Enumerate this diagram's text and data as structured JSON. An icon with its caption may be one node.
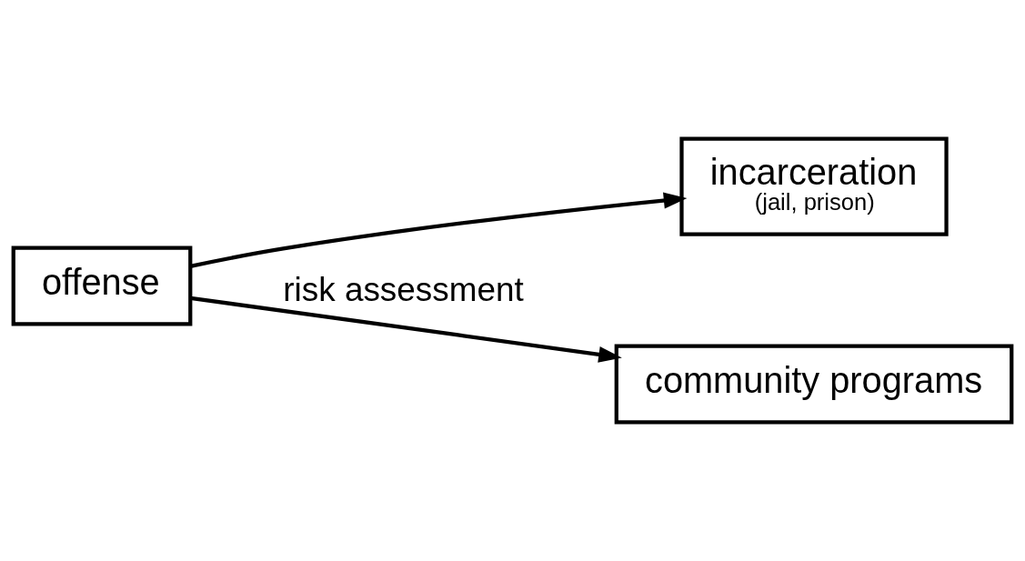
{
  "diagram": {
    "nodes": [
      {
        "text": [
          "offense"
        ]
      },
      {
        "text": [
          "incarceration",
          "(jail, prison)"
        ]
      },
      {
        "text": [
          "community programs"
        ]
      }
    ],
    "edges": [
      {
        "from": 0,
        "to": 1,
        "arrow": "to"
      },
      {
        "from": 0,
        "to": 2,
        "arrow": "to",
        "label": "risk assessment"
      }
    ]
  }
}
